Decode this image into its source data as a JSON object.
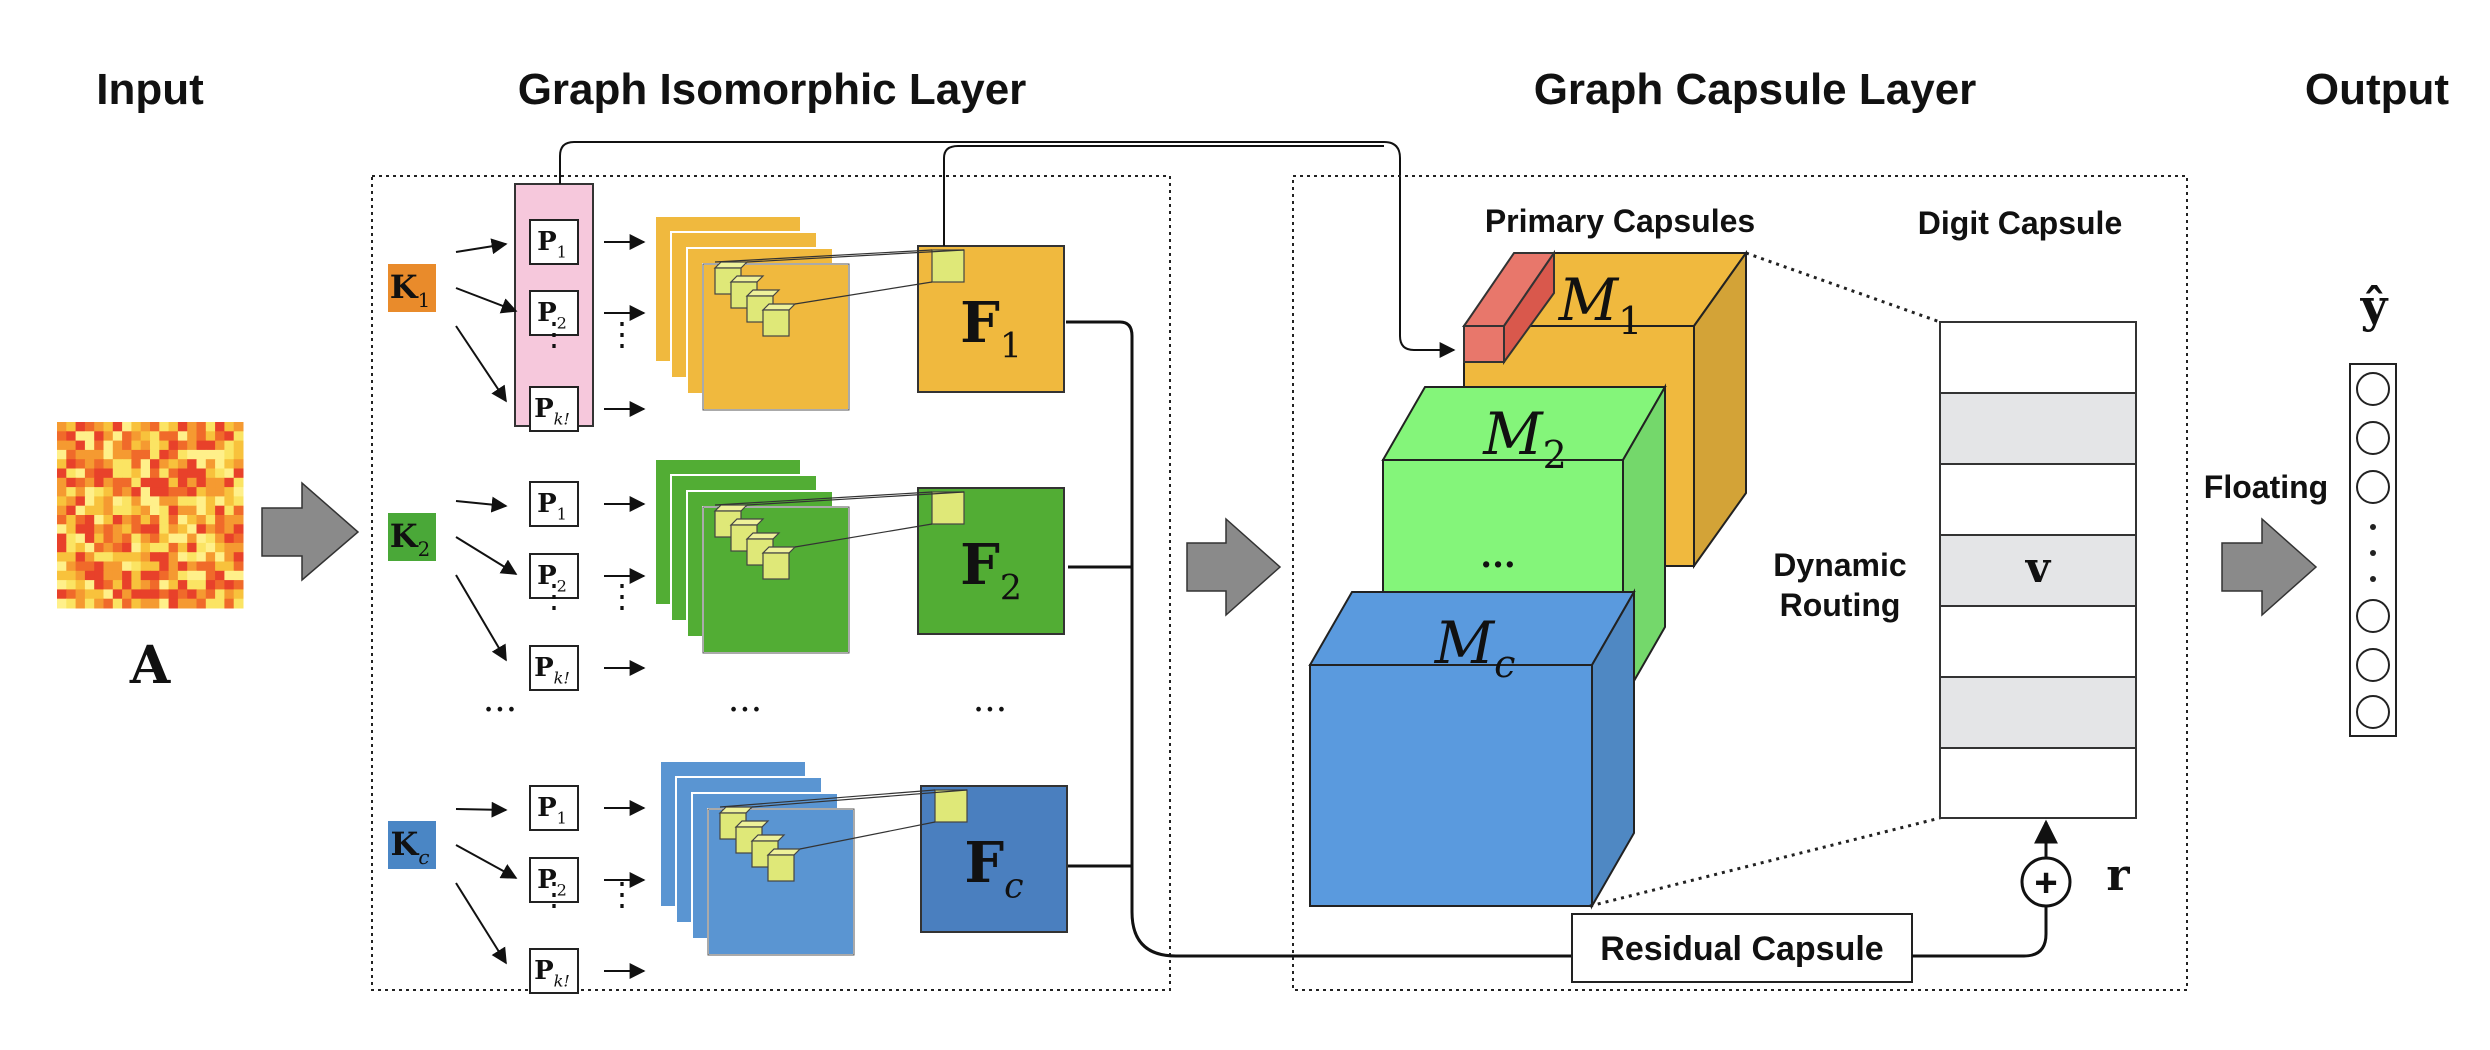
{
  "titles": {
    "input": "Input",
    "gil": "Graph Isomorphic Layer",
    "gcl": "Graph Capsule Layer",
    "output": "Output"
  },
  "input": {
    "matrix_label": "A"
  },
  "gil": {
    "branches": [
      {
        "k_base": "K",
        "k_sub": "1",
        "k_color": "#e98b2b",
        "map_color": "#f0b93e",
        "f_base": "F",
        "f_sub": "1",
        "f_color": "#f0b93e",
        "perms": [
          {
            "base": "P",
            "sub": "1"
          },
          {
            "base": "P",
            "sub": "2"
          },
          {
            "base": "P",
            "sub": "k!"
          }
        ]
      },
      {
        "k_base": "K",
        "k_sub": "2",
        "k_color": "#4aa838",
        "map_color": "#52ad34",
        "f_base": "F",
        "f_sub": "2",
        "f_color": "#52ad34",
        "perms": [
          {
            "base": "P",
            "sub": "1"
          },
          {
            "base": "P",
            "sub": "2"
          },
          {
            "base": "P",
            "sub": "k!"
          }
        ]
      },
      {
        "k_base": "K",
        "k_sub": "c",
        "k_color": "#4a86c5",
        "map_color": "#5a95d2",
        "f_base": "F",
        "f_sub": "c",
        "f_color": "#4a7fbf",
        "perms": [
          {
            "base": "P",
            "sub": "1"
          },
          {
            "base": "P",
            "sub": "2"
          },
          {
            "base": "P",
            "sub": "k!"
          }
        ]
      }
    ],
    "ellipsis": "···",
    "vdots": "⋮"
  },
  "gcl": {
    "primary_label": "Primary Capsules",
    "digit_label": "Digit Capsule",
    "routing_line1": "Dynamic",
    "routing_line2": "Routing",
    "cubes": [
      {
        "base": "M",
        "sub": "1",
        "color": "#f0b93e"
      },
      {
        "base": "M",
        "sub": "2",
        "color": "#84f57a"
      },
      {
        "base": "M",
        "sub": "c",
        "color": "#5a9ade"
      }
    ],
    "cube_ellipsis": "...",
    "digit_vector_label": "v",
    "residual_label": "Residual Capsule",
    "residual_symbol": "r",
    "plus": "+"
  },
  "output": {
    "floating_label": "Floating",
    "y_hat": "ŷ"
  },
  "colors": {
    "arrow_gray": "#8a8a8a",
    "pink": "#f6c8dc",
    "red_capsule": "#e8776b",
    "yellow_patch": "#dfe878",
    "digit_gray": "#e4e5e7"
  }
}
